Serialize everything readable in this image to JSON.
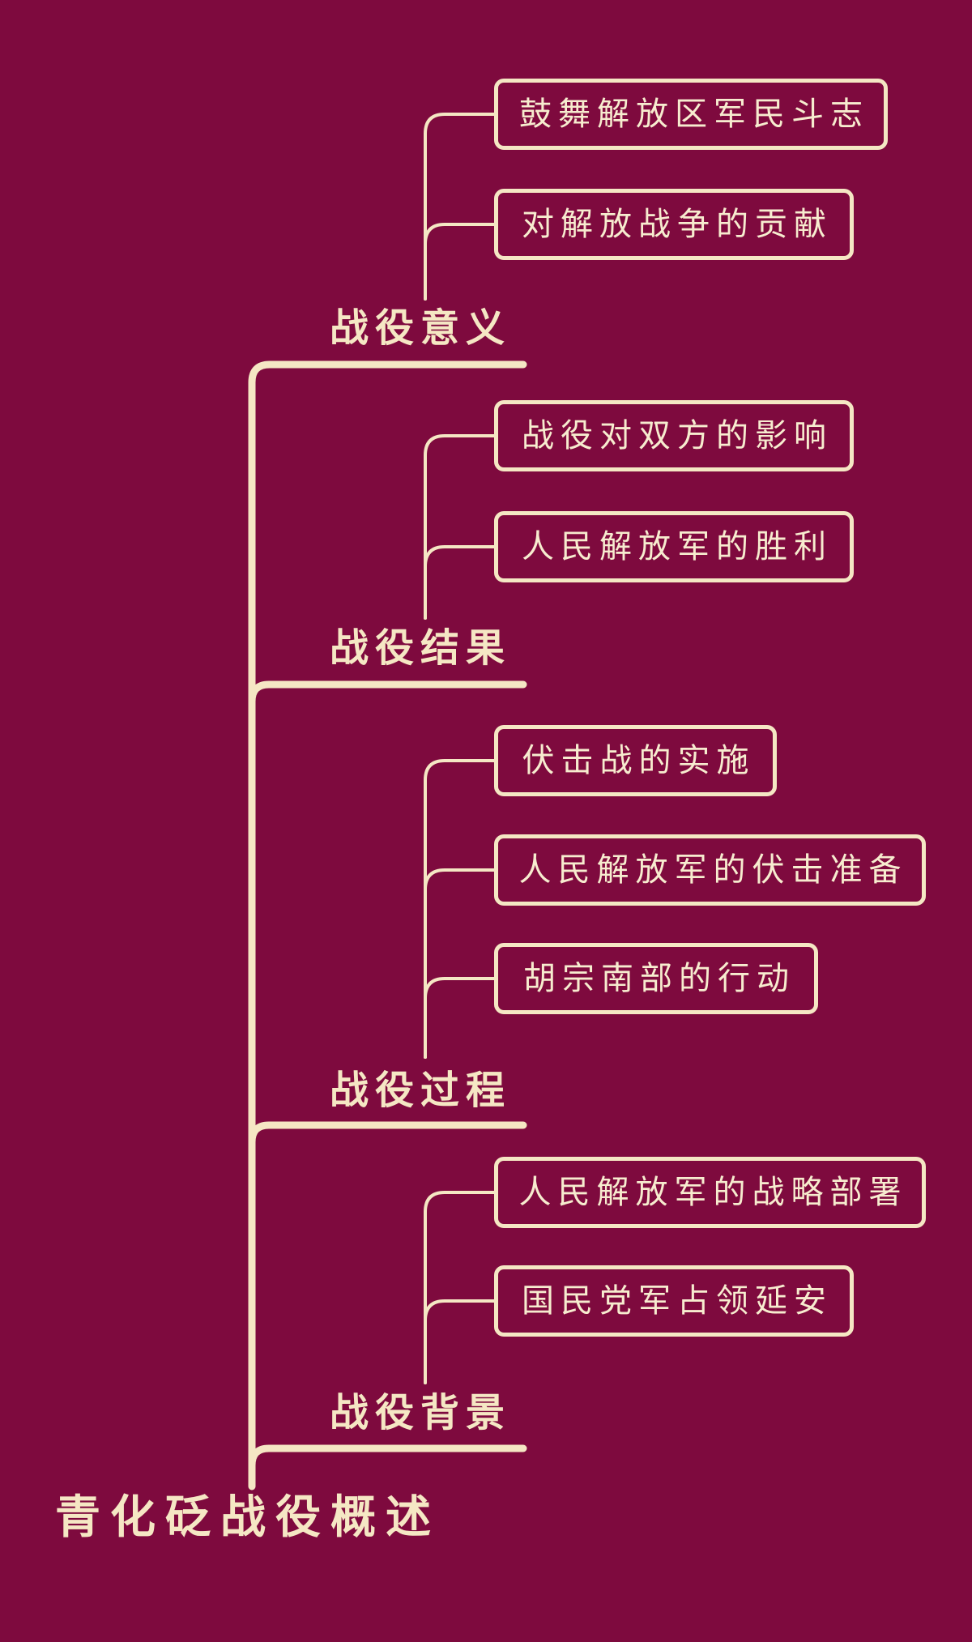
{
  "mindmap": {
    "root": "青化砭战役概述",
    "branches": [
      {
        "label": "战役意义",
        "children": [
          "鼓舞解放区军民斗志",
          "对解放战争的贡献"
        ]
      },
      {
        "label": "战役结果",
        "children": [
          "战役对双方的影响",
          "人民解放军的胜利"
        ]
      },
      {
        "label": "战役过程",
        "children": [
          "伏击战的实施",
          "人民解放军的伏击准备",
          "胡宗南部的行动"
        ]
      },
      {
        "label": "战役背景",
        "children": [
          "人民解放军的战略部署",
          "国民党军占领延安"
        ]
      }
    ],
    "colors": {
      "background": "#7E0A3E",
      "line": "#F5E7C4",
      "text": "#F7ECCF"
    }
  }
}
